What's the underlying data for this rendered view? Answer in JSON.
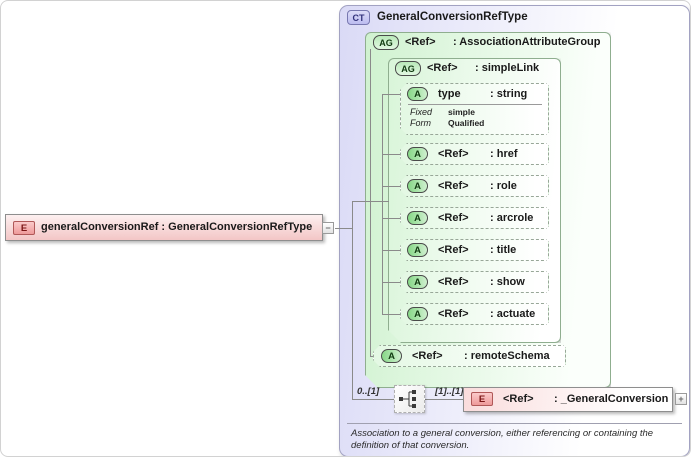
{
  "source_element": {
    "badge": "E",
    "label": "generalConversionRef : GeneralConversionRefType",
    "collapse_glyph": "−"
  },
  "complex_type": {
    "badge": "CT",
    "title": "GeneralConversionRefType",
    "annotation": "Association to a general conversion, either referencing or containing the definition of that conversion."
  },
  "outer_group": {
    "badge": "AG",
    "name": "<Ref>",
    "type": ": AssociationAttributeGroup"
  },
  "inner_group": {
    "badge": "AG",
    "name": "<Ref>",
    "type": ": simpleLink"
  },
  "type_attr": {
    "badge": "A",
    "name": "type",
    "type": ": string",
    "facets": [
      {
        "label": "Fixed",
        "value": "simple"
      },
      {
        "label": "Form",
        "value": "Qualified"
      }
    ]
  },
  "attributes": [
    {
      "badge": "A",
      "name": "<Ref>",
      "type": ": href"
    },
    {
      "badge": "A",
      "name": "<Ref>",
      "type": ": role"
    },
    {
      "badge": "A",
      "name": "<Ref>",
      "type": ": arcrole"
    },
    {
      "badge": "A",
      "name": "<Ref>",
      "type": ": title"
    },
    {
      "badge": "A",
      "name": "<Ref>",
      "type": ": show"
    },
    {
      "badge": "A",
      "name": "<Ref>",
      "type": ": actuate"
    }
  ],
  "remote_schema_attr": {
    "badge": "A",
    "name": "<Ref>",
    "type": ": remoteSchema"
  },
  "sequence": {
    "cardinality_left": "0..[1]",
    "cardinality_right": "[1]..[1]"
  },
  "child_element": {
    "badge": "E",
    "name": "<Ref>",
    "type": ": _GeneralConversion",
    "expand_glyph": "+"
  },
  "colors": {
    "complex_type_fill": "#dadaf6",
    "group_fill": "#d0f2d0",
    "element_fill": "#f3c6c6",
    "connector": "#8a8a8a"
  }
}
